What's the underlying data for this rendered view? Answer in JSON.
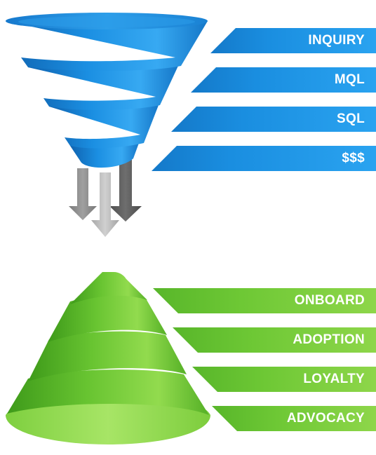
{
  "colors": {
    "funnel_blue": "#1a8ee0",
    "funnel_blue_dark": "#0e5fa8",
    "funnel_blue_light": "#5cc0f7",
    "pyramid_green": "#6ec835",
    "pyramid_green_dark": "#3f9a1c",
    "pyramid_green_light": "#b4ea6f",
    "arrow_gray": "#8c8c8c"
  },
  "funnel": {
    "stages": [
      {
        "label": "INQUIRY"
      },
      {
        "label": "MQL"
      },
      {
        "label": "SQL"
      },
      {
        "label": "$$$"
      }
    ]
  },
  "pyramid": {
    "stages": [
      {
        "label": "ONBOARD"
      },
      {
        "label": "ADOPTION"
      },
      {
        "label": "LOYALTY"
      },
      {
        "label": "ADVOCACY"
      }
    ]
  }
}
